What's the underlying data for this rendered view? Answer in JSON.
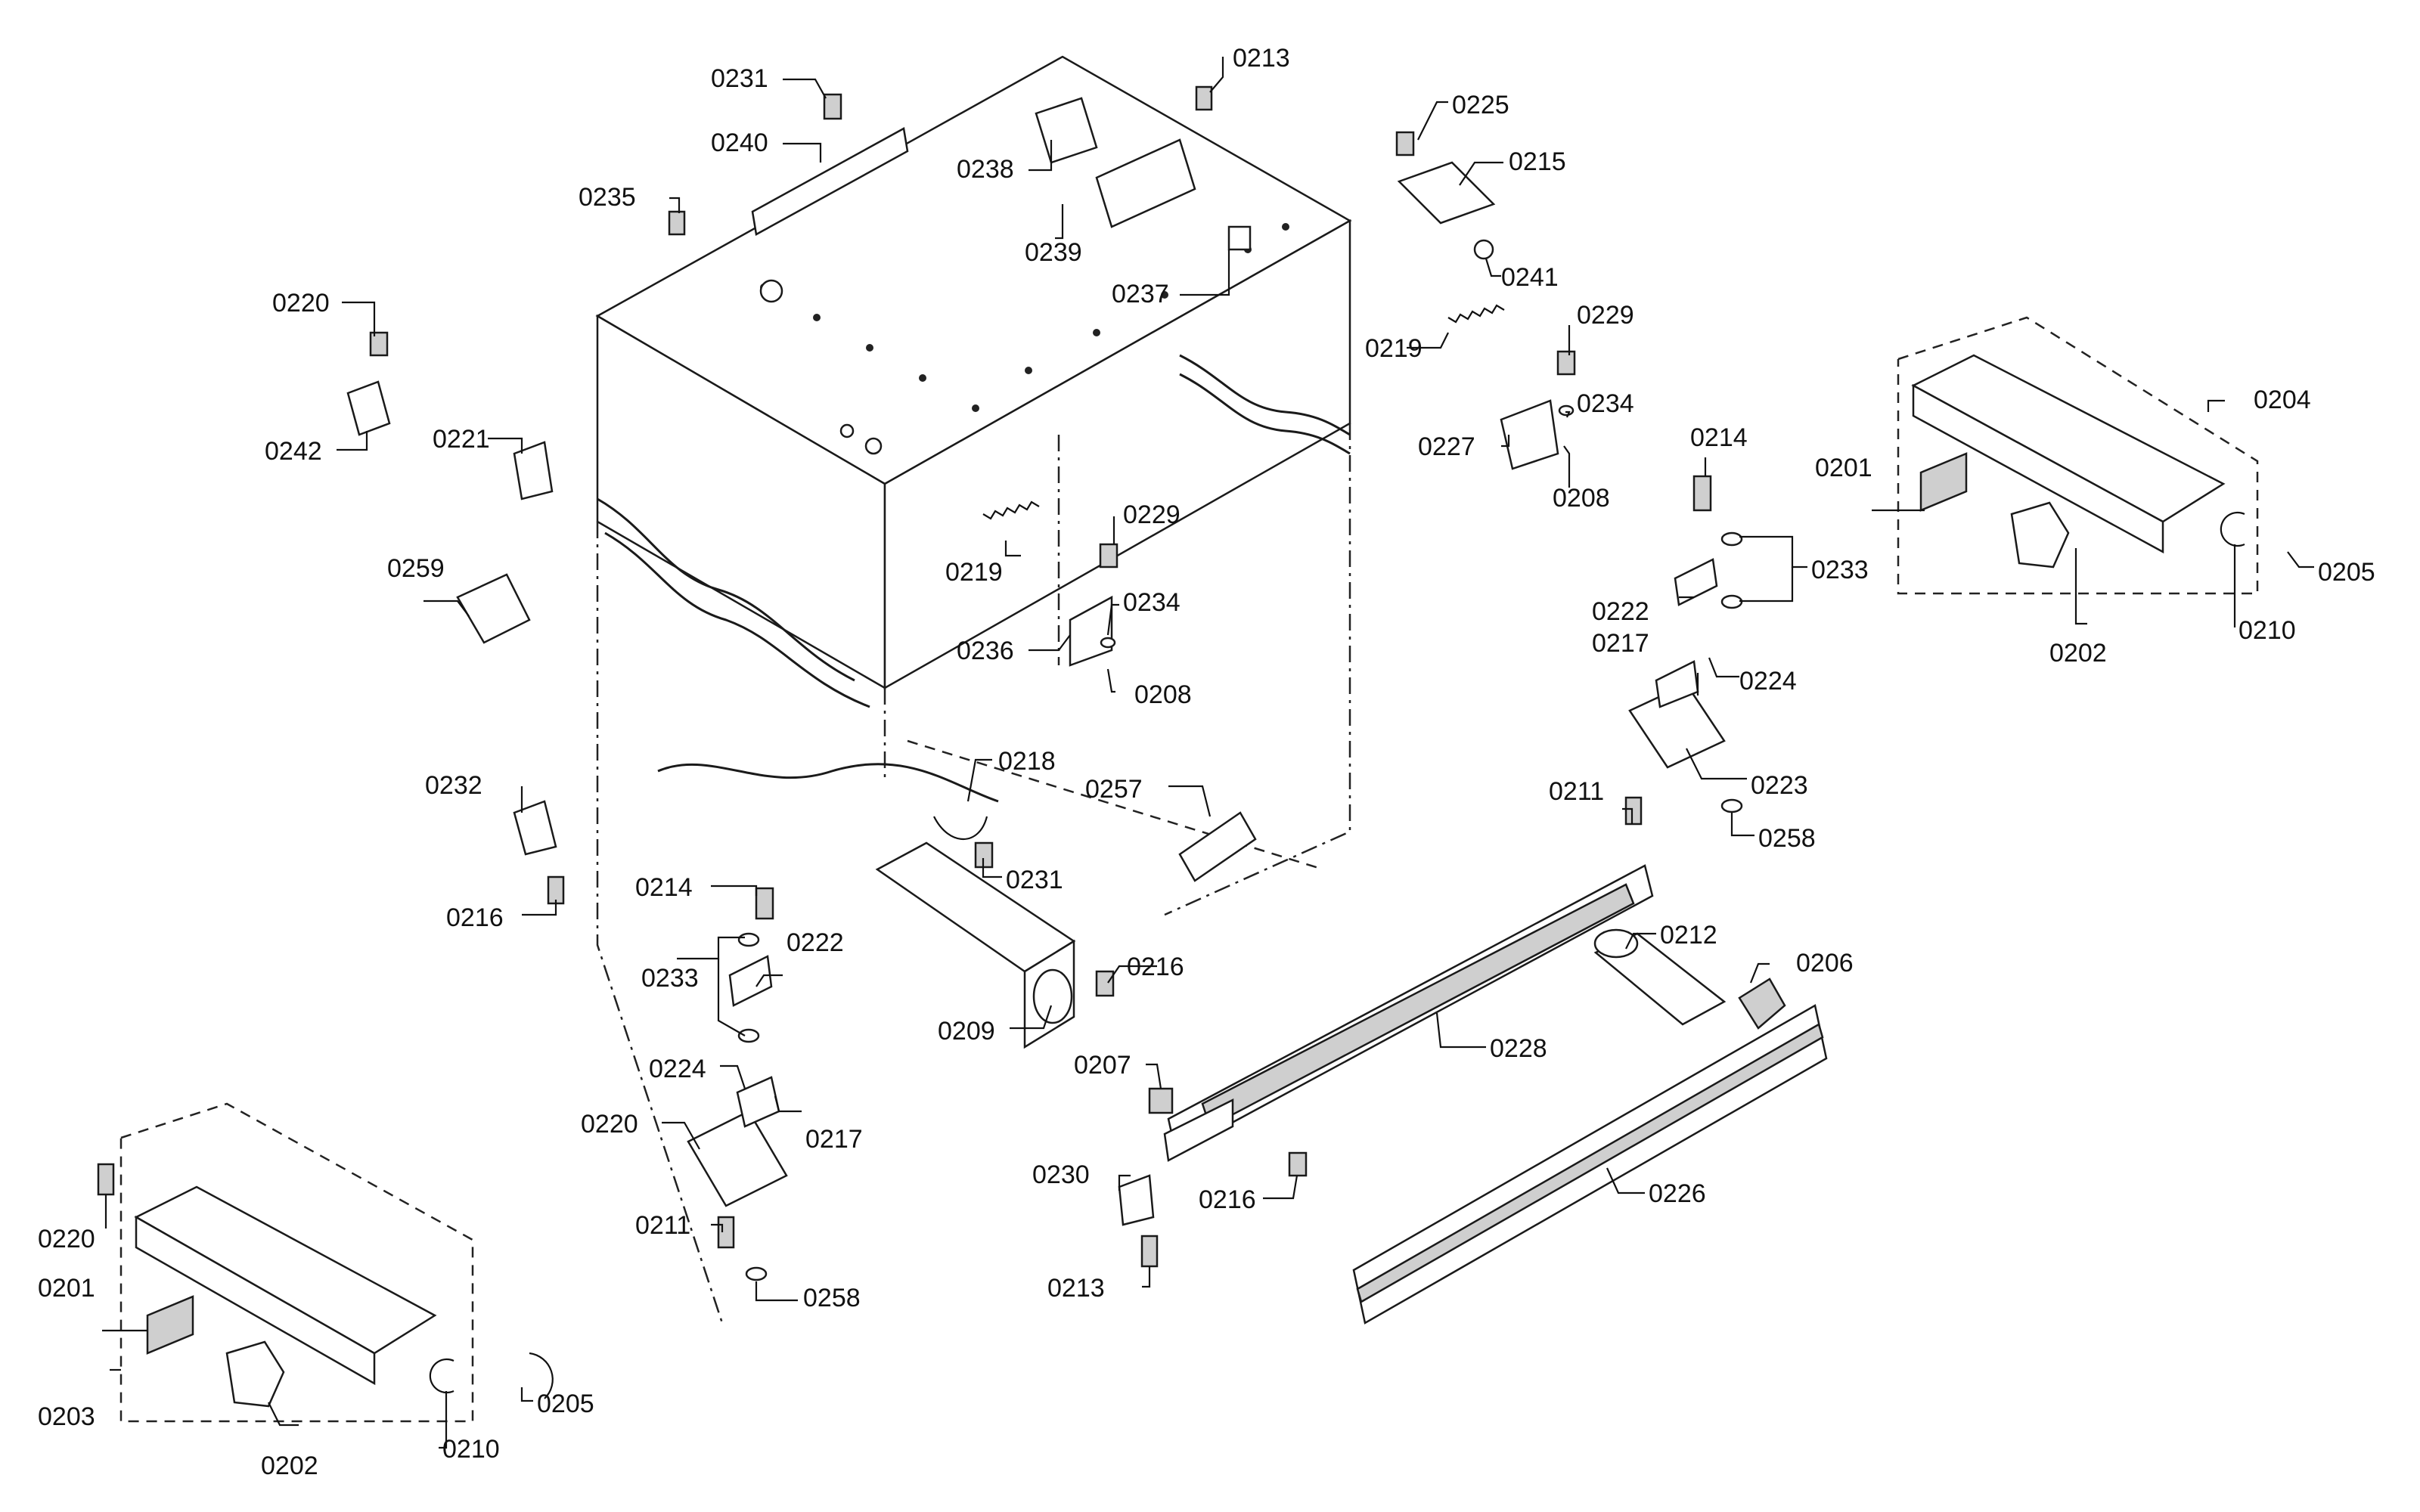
{
  "part_labels": {
    "p0231a": "0231",
    "p0240": "0240",
    "p0235": "0235",
    "p0238": "0238",
    "p0239": "0239",
    "p0237": "0237",
    "p0213a": "0213",
    "p0225": "0225",
    "p0215": "0215",
    "p0241": "0241",
    "p0220a": "0220",
    "p0242": "0242",
    "p0221": "0221",
    "p0259": "0259",
    "p0219a": "0219",
    "p0229a": "0229",
    "p0234a": "0234",
    "p0227": "0227",
    "p0208a": "0208",
    "p0214a": "0214",
    "p0201a": "0201",
    "p0204": "0204",
    "p0205a": "0205",
    "p0202a": "0202",
    "p0210a": "0210",
    "p0233a": "0233",
    "p0222a": "0222",
    "p0217a": "0217",
    "p0224a": "0224",
    "p0223": "0223",
    "p0211a": "0211",
    "p0258a": "0258",
    "p0219b": "0219",
    "p0229b": "0229",
    "p0234b": "0234",
    "p0236": "0236",
    "p0208b": "0208",
    "p0218": "0218",
    "p0257": "0257",
    "p0232": "0232",
    "p0216a": "0216",
    "p0231b": "0231",
    "p0214b": "0214",
    "p0233b": "0233",
    "p0222b": "0222",
    "p0216b": "0216",
    "p0209": "0209",
    "p0224b": "0224",
    "p0220b": "0220",
    "p0217b": "0217",
    "p0211b": "0211",
    "p0258b": "0258",
    "p0212": "0212",
    "p0206": "0206",
    "p0228": "0228",
    "p0207": "0207",
    "p0230": "0230",
    "p0216c": "0216",
    "p0226": "0226",
    "p0213b": "0213",
    "p0220c": "0220",
    "p0201b": "0201",
    "p0203": "0203",
    "p0202b": "0202",
    "p0205b": "0205",
    "p0210b": "0210"
  }
}
